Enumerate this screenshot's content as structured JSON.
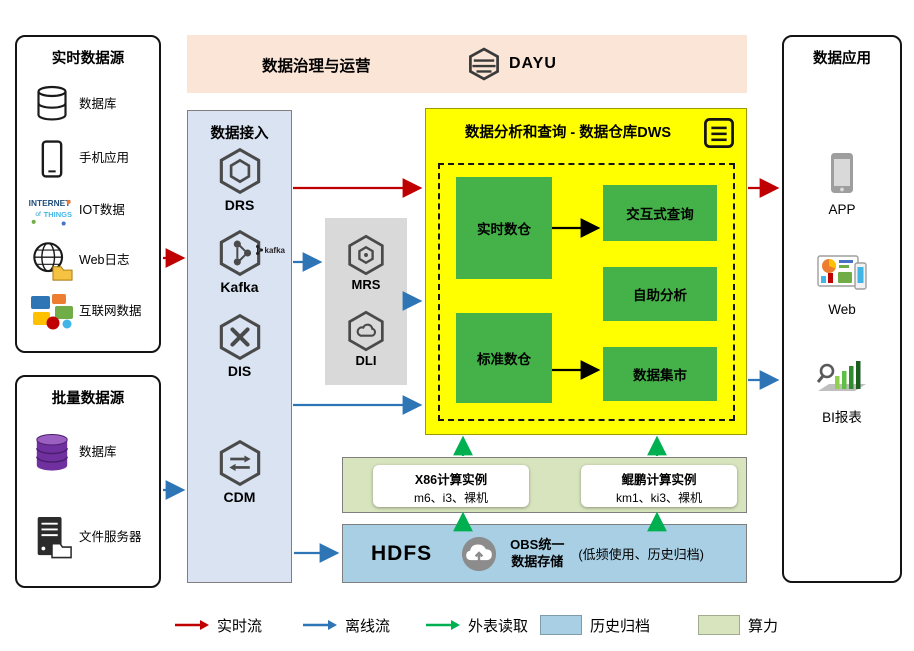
{
  "banner": {
    "title": "数据治理与运营",
    "logo_label": "DAYU"
  },
  "realtime_sources": {
    "title": "实时数据源",
    "items": [
      {
        "label": "数据库"
      },
      {
        "label": "手机应用"
      },
      {
        "label": "IOT数据",
        "icon_words": [
          "INTERNET",
          "of",
          "THINGS"
        ]
      },
      {
        "label": "Web日志"
      },
      {
        "label": "互联网数据"
      }
    ]
  },
  "batch_sources": {
    "title": "批量数据源",
    "items": [
      {
        "label": "数据库"
      },
      {
        "label": "文件服务器"
      }
    ]
  },
  "ingestion": {
    "title": "数据接入",
    "items": [
      {
        "label": "DRS"
      },
      {
        "label": "Kafka",
        "badge": "kafka"
      },
      {
        "label": "DIS"
      },
      {
        "label": "CDM"
      }
    ]
  },
  "processing": {
    "items": [
      {
        "label": "MRS"
      },
      {
        "label": "DLI"
      }
    ]
  },
  "dws": {
    "title": "数据分析和查询 - 数据仓库DWS",
    "warehouses": [
      {
        "label": "实时数仓"
      },
      {
        "label": "标准数仓"
      }
    ],
    "services": [
      {
        "label": "交互式查询"
      },
      {
        "label": "自助分析"
      },
      {
        "label": "数据集市"
      }
    ]
  },
  "compute": {
    "instances": [
      {
        "title": "X86计算实例",
        "subtitle": "m6、i3、裸机"
      },
      {
        "title": "鲲鹏计算实例",
        "subtitle": "km1、ki3、裸机"
      }
    ]
  },
  "storage": {
    "hdfs_label": "HDFS",
    "obs_line1": "OBS统一",
    "obs_line2": "数据存储",
    "note": "(低频使用、历史归档)"
  },
  "applications": {
    "title": "数据应用",
    "items": [
      {
        "label": "APP"
      },
      {
        "label": "Web"
      },
      {
        "label": "BI报表"
      }
    ]
  },
  "legend": {
    "items": [
      {
        "label": "实时流"
      },
      {
        "label": "离线流"
      },
      {
        "label": "外表读取"
      },
      {
        "label": "历史归档"
      },
      {
        "label": "算力"
      }
    ]
  },
  "colors": {
    "realtime_flow": "#c00000",
    "offline_flow": "#2e75b6",
    "external_read": "#00b050",
    "archive_bg": "#a8cfe4",
    "compute_bg": "#d7e4bd",
    "dws_bg": "#ffff00",
    "warehouse_green": "#45b249",
    "ingestion_bg": "#dae3f2",
    "banner_bg": "#fbe5d6"
  }
}
